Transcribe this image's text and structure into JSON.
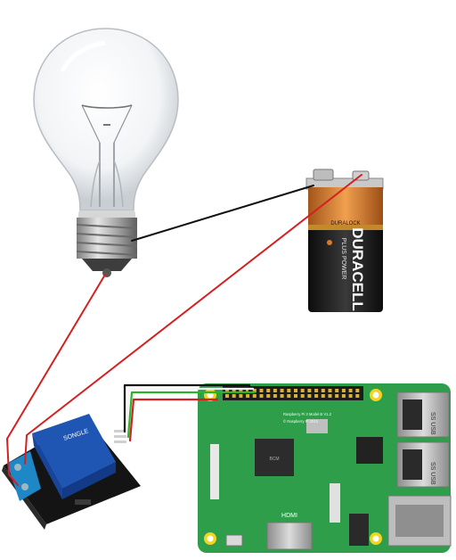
{
  "battery": {
    "brand": "DURACELL",
    "line": "PLUS POWER",
    "cap_text": "DURALOCK"
  },
  "raspberry_pi": {
    "board_label": "Raspberry Pi 3 Model B V1.2",
    "copyright": "© Raspberry Pi 2015",
    "hdmi_label": "HDMI",
    "usb_label_1": "SS USB",
    "usb_label_2": "SS USB"
  },
  "relay": {
    "brand": "SONGLE"
  },
  "colors": {
    "wire_red": "#d42020",
    "wire_black": "#111111",
    "wire_green": "#2bb32b",
    "wire_white": "#f4f4f4",
    "pcb_green": "#2e9e4a",
    "relay_pcb": "#1a1a1a",
    "relay_body": "#1f56b4",
    "terminal_blue": "#1e88c7",
    "battery_copper": "#d87a2a",
    "battery_black": "#1b1b1b"
  },
  "icons": [
    "light-bulb",
    "9v-battery",
    "relay-module",
    "raspberry-pi-board"
  ]
}
